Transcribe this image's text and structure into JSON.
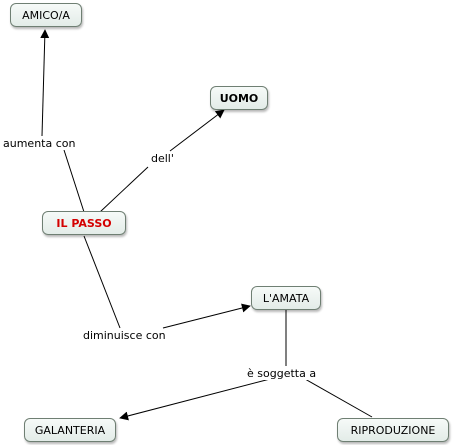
{
  "concepts": {
    "amico": "AMICO/A",
    "uomo": "UOMO",
    "il_passo": "IL PASSO",
    "amata": "L'AMATA",
    "galanteria": "GALANTERIA",
    "riproduzione": "RIPRODUZIONE"
  },
  "links": {
    "aumenta_con": "aumenta con",
    "dell": "dell'",
    "diminuisce_con": "diminuisce con",
    "soggetta": "è soggetta a"
  },
  "colors": {
    "main_concept_text": "#d40000",
    "line": "#000000",
    "node_border": "#6f7f73",
    "node_fill": "#e8f0ec"
  }
}
